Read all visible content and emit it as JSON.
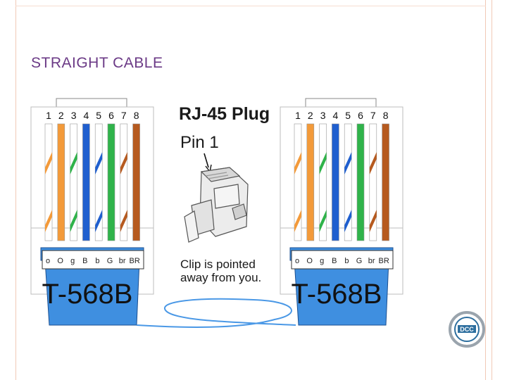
{
  "slide": {
    "title": "STRAIGHT CABLE"
  },
  "connectors": [
    {
      "pin_numbers": [
        "1",
        "2",
        "3",
        "4",
        "5",
        "6",
        "7",
        "8"
      ],
      "wire_codes": [
        "o",
        "O",
        "g",
        "B",
        "b",
        "G",
        "br",
        "BR"
      ],
      "standard": "T-568B"
    },
    {
      "pin_numbers": [
        "1",
        "2",
        "3",
        "4",
        "5",
        "6",
        "7",
        "8"
      ],
      "wire_codes": [
        "o",
        "O",
        "g",
        "B",
        "b",
        "G",
        "br",
        "BR"
      ],
      "standard": "T-568B"
    }
  ],
  "plug_illustration": {
    "heading": "RJ-45 Plug",
    "pin_label": "Pin 1",
    "note_line1": "Clip is pointed",
    "note_line2": "away from you."
  },
  "logo": {
    "text": "DCC"
  },
  "colors": {
    "title": "#6b3a86",
    "orange": "#f39a3a",
    "green": "#2fb34a",
    "blue": "#1f5fcf",
    "brown": "#b65a1f",
    "jacket": "#3f8fe0",
    "frame": "#f1c9b6"
  }
}
